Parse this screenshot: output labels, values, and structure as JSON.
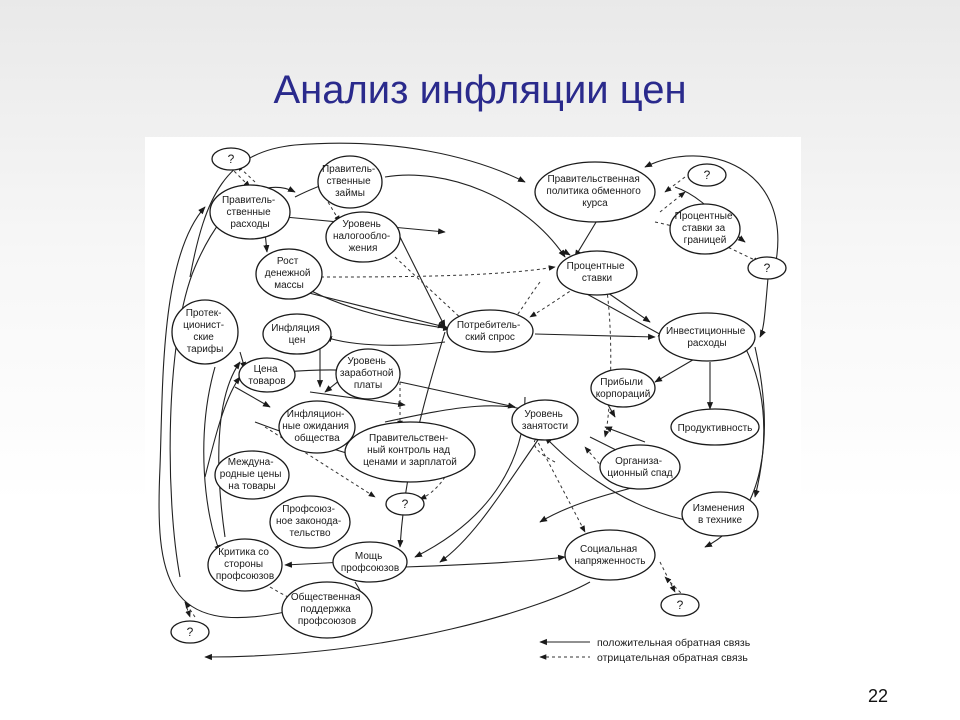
{
  "slide": {
    "title": "Анализ инфляции цен",
    "page_number": "22"
  },
  "nodes": {
    "q_top_left": "?",
    "gov_spending": [
      "Правитель-",
      "ственные",
      "расходы"
    ],
    "gov_loans": [
      "Правитель-",
      "ственные",
      "займы"
    ],
    "tax_level": [
      "Уровень",
      "налогообло-",
      "жения"
    ],
    "exchange_policy": [
      "Правительственная",
      "политика обменного",
      "курса"
    ],
    "q_top_right": "?",
    "foreign_rates": [
      "Процентные",
      "ставки за",
      "границей"
    ],
    "money_supply": [
      "Рост",
      "денежной",
      "массы"
    ],
    "interest_rates": [
      "Процентные",
      "ставки"
    ],
    "q_right": "?",
    "protectionist": [
      "Протек-",
      "ционист-",
      "ские",
      "тарифы"
    ],
    "price_inflation": [
      "Инфляция",
      "цен"
    ],
    "consumer_demand": [
      "Потребитель-",
      "ский спрос"
    ],
    "investment": [
      "Инвестиционные",
      "расходы"
    ],
    "goods_price": [
      "Цена",
      "товаров"
    ],
    "wage_level": [
      "Уровень",
      "заработной",
      "платы"
    ],
    "corporate_profits": [
      "Прибыли",
      "корпораций"
    ],
    "inflation_expectations": [
      "Инфляцион-",
      "ные ожидания",
      "общества"
    ],
    "employment": [
      "Уровень",
      "занятости"
    ],
    "gov_control": [
      "Правительствен-",
      "ный контроль над",
      "ценами и зарплатой"
    ],
    "productivity": [
      "Продуктивность"
    ],
    "intl_prices": [
      "Междуна-",
      "родные цены",
      "на товары"
    ],
    "org_decline": [
      "Организа-",
      "ционный спад"
    ],
    "q_middle": "?",
    "union_law": [
      "Профсоюз-",
      "ное законода-",
      "тельство"
    ],
    "tech_change": [
      "Изменения",
      "в технике"
    ],
    "union_criticism": [
      "Критика со",
      "стороны",
      "профсоюзов"
    ],
    "union_power": [
      "Мощь",
      "профсоюзов"
    ],
    "social_tension": [
      "Социальная",
      "напряженность"
    ],
    "public_support": [
      "Общественная",
      "поддержка",
      "профсоюзов"
    ],
    "q_bottom_left": "?",
    "q_bottom_right": "?"
  },
  "legend": {
    "positive": "положительная обратная связь",
    "negative": "отрицательная обратная связь"
  },
  "colors": {
    "title": "#2a2a8c",
    "ink": "#1a1a1a"
  }
}
